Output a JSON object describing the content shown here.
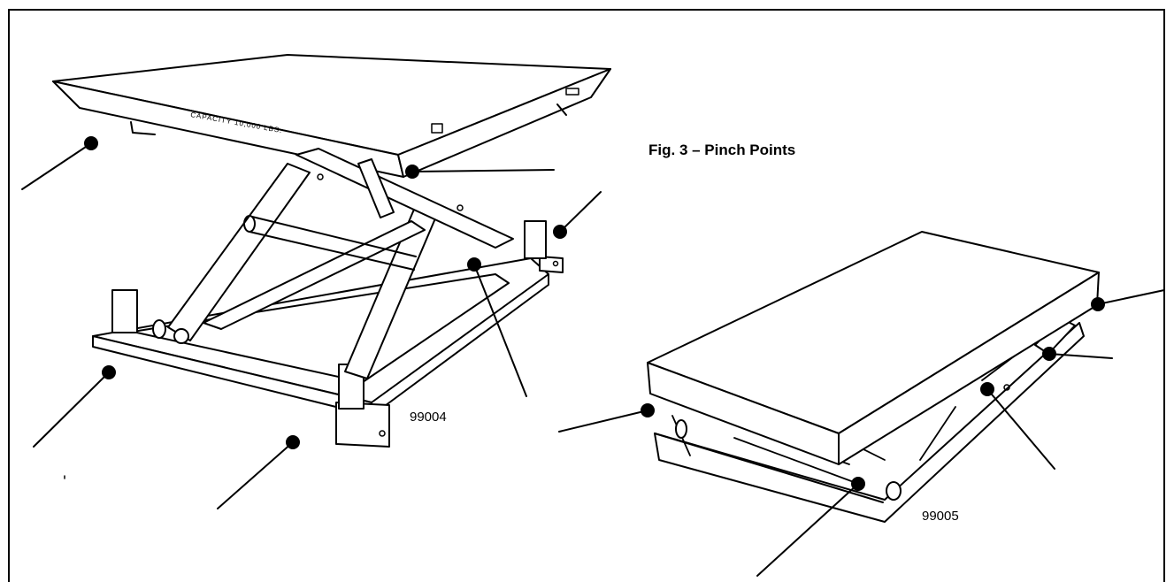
{
  "figure": {
    "title": "Fig. 3 – Pinch Points",
    "part_number_left": "99004",
    "part_number_right": "99005",
    "platform_marking": "CAPACITY 10,000 LBS."
  },
  "colors": {
    "line": "#000000",
    "background": "#ffffff"
  }
}
